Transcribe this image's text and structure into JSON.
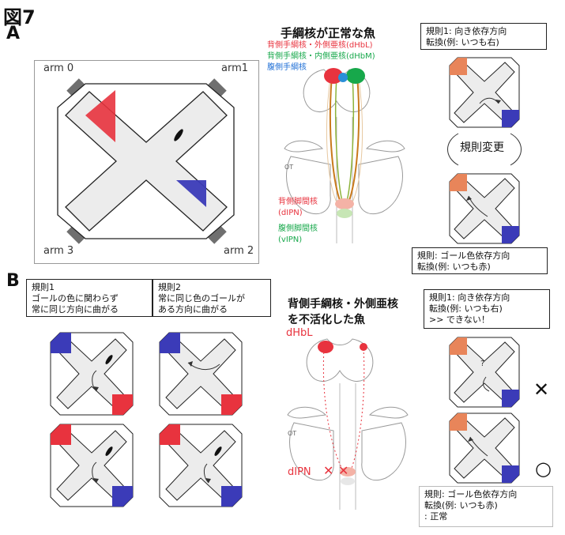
{
  "figure_title": "図7",
  "panel_a": {
    "letter": "A",
    "arms": [
      "arm 0",
      "arm1",
      "arm 3",
      "arm 2"
    ],
    "normal_title": "手綱核が正常な魚",
    "legend": {
      "dhbl": "背側手綱核・外側亜核(dHbL)",
      "dhbm": "背側手綱核・内側亜核(dHbM)",
      "vhb": "腹側手綱核"
    },
    "ot_label": "OT",
    "ipn": {
      "dipn": "背側脚間核",
      "dipn_abbr": "(dIPN)",
      "vipn": "腹側脚間核",
      "vipn_abbr": "(vIPN)"
    },
    "rule1_box": [
      "規則1: 向き依存方向",
      "転換(例: いつも右)"
    ],
    "rule_change": "規則変更",
    "goal_box": [
      "規則: ゴール色依存方向",
      "転換(例: いつも赤)"
    ]
  },
  "panel_b": {
    "letter": "B",
    "rule1_box": [
      "規則1",
      "ゴールの色に関わらず",
      "常に同じ方向に曲がる"
    ],
    "rule2_box": [
      "規則2",
      "常に同じ色のゴールが",
      "ある方向に曲がる"
    ],
    "inactivated_title": [
      "背側手綱核・外側亜核",
      "を不活化した魚"
    ],
    "dhbl": "dHbL",
    "dipn": "dIPN",
    "cross_marks": "✕ ✕",
    "ot_label": "OT",
    "rule1_box_right": [
      "規則1: 向き依存方向",
      "転換(例: いつも右)",
      ">>  できない！"
    ],
    "fail_mark": "✕",
    "ok_mark": "○",
    "goal_box": [
      "規則: ゴール色依存方向",
      "転換(例: いつも赤)",
      ": 正常"
    ],
    "question": "?"
  },
  "colors": {
    "red": "#e8333e",
    "blue": "#3b3bb8",
    "orange": "#e8855a",
    "green": "#17a84b",
    "legend_blue": "#1f6fd6",
    "gray": "#6f6f6f",
    "light_gray": "#ececec"
  }
}
